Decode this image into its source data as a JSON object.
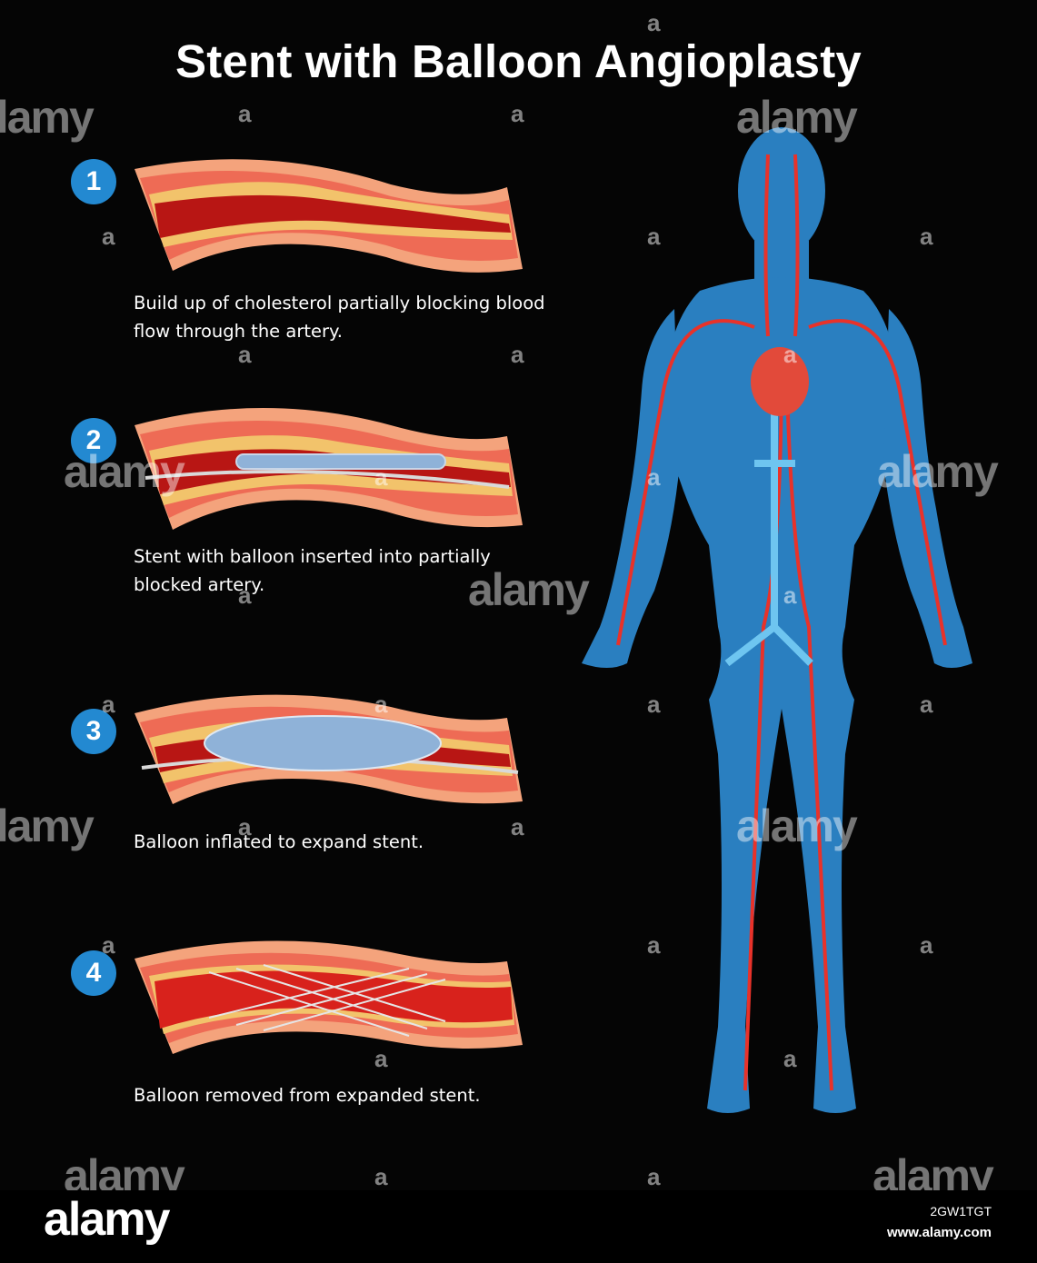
{
  "title": "Stent with Balloon Angioplasty",
  "steps": [
    {
      "number": "1",
      "caption": "Build up of cholesterol partially blocking blood flow through the artery."
    },
    {
      "number": "2",
      "caption": "Stent with balloon inserted into partially blocked artery."
    },
    {
      "number": "3",
      "caption": "Balloon inflated to expand stent."
    },
    {
      "number": "4",
      "caption": "Balloon removed from expanded stent."
    }
  ],
  "watermark": {
    "text": "alamy",
    "letter": "a"
  },
  "footer": {
    "logo": "alamy",
    "image_id": "2GW1TGT",
    "site": "www.alamy.com"
  },
  "colors": {
    "background": "#050505",
    "badge": "#2389d1",
    "artery_wall": "#e85a4a",
    "artery_lumen": "#d8221c",
    "plaque": "#f2c36b",
    "body": "#2a7fc0",
    "vessels": "#e8322a"
  }
}
